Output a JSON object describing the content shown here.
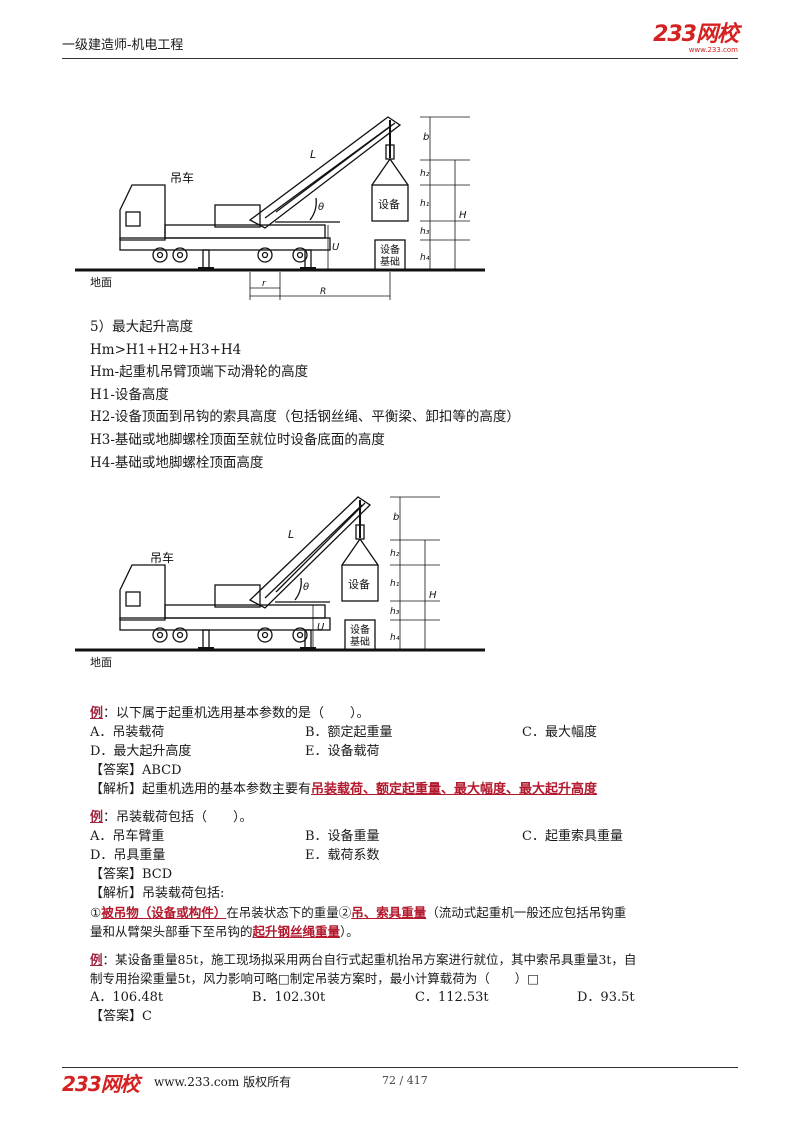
{
  "header": {
    "title": "一级建造师-机电工程",
    "logo": "233网校",
    "logo_sub": "www.233.com"
  },
  "diagram": {
    "crane_label": "吊车",
    "equipment": "设备",
    "foundation_line1": "设备",
    "foundation_line2": "基础",
    "ground": "地面",
    "L": "L",
    "b": "b",
    "h2": "h₂",
    "h1": "h₁",
    "h3": "h₃",
    "h4": "h₄",
    "H": "H",
    "U": "U",
    "r": "r",
    "R": "R",
    "theta": "θ"
  },
  "section": {
    "heading": "5）最大起升高度",
    "formula": "Hm>H1+H2+H3+H4",
    "lines": [
      "Hm-起重机吊臂顶端下动滑轮的高度",
      "H1-设备高度",
      "H2-设备顶面到吊钩的索具高度（包括钢丝绳、平衡梁、卸扣等的高度）",
      "H3-基础或地脚螺栓顶面至就位时设备底面的高度",
      "H4-基础或地脚螺栓顶面高度"
    ]
  },
  "q1": {
    "label": "例",
    "stem": "：以下属于起重机选用基本参数的是（　　）。",
    "options": [
      "A．吊装载荷",
      "B．额定起重量",
      "C．最大幅度",
      "D．最大起升高度",
      "E．设备载荷"
    ],
    "answer": "【答案】ABCD",
    "analysis_prefix": "【解析】起重机选用的基本参数主要有",
    "analysis_highlight": "吊装载荷、额定起重量、最大幅度、最大起升高度"
  },
  "q2": {
    "label": "例",
    "stem": "：吊装载荷包括（　　）。",
    "options": [
      "A．吊车臂重",
      "B．设备重量",
      "C．起重索具重量",
      "D．吊具重量",
      "E．载荷系数"
    ],
    "answer": "【答案】BCD",
    "analysis": "【解析】吊装载荷包括:",
    "detail_num1": "①",
    "detail_hl1": "被吊物（设备或构件）",
    "detail_mid": "在吊装状态下的重量②",
    "detail_hl2": "吊、索具重量",
    "detail_tail": "（流动式起重机一般还应包括吊钩重",
    "detail_line2_a": "量和从臂架头部垂下至吊钩的",
    "detail_line2_hl": "起升钢丝绳重量",
    "detail_line2_b": "）。"
  },
  "q3": {
    "label": "例",
    "stem_line1": "：某设备重量85t，施工现场拟采用两台自行式起重机抬吊方案进行就位，其中索吊具重量3t，自",
    "stem_line2": "制专用抬梁重量5t，风力影响可略□制定吊装方案时，最小计算载荷为（　　）□",
    "options": [
      "A．106.48t",
      "B．102.30t",
      "C．112.53t",
      "D．93.5t"
    ],
    "answer": "【答案】C"
  },
  "footer": {
    "logo": "233网校",
    "copyright": "www.233.com 版权所有",
    "page": "72 / 417"
  }
}
